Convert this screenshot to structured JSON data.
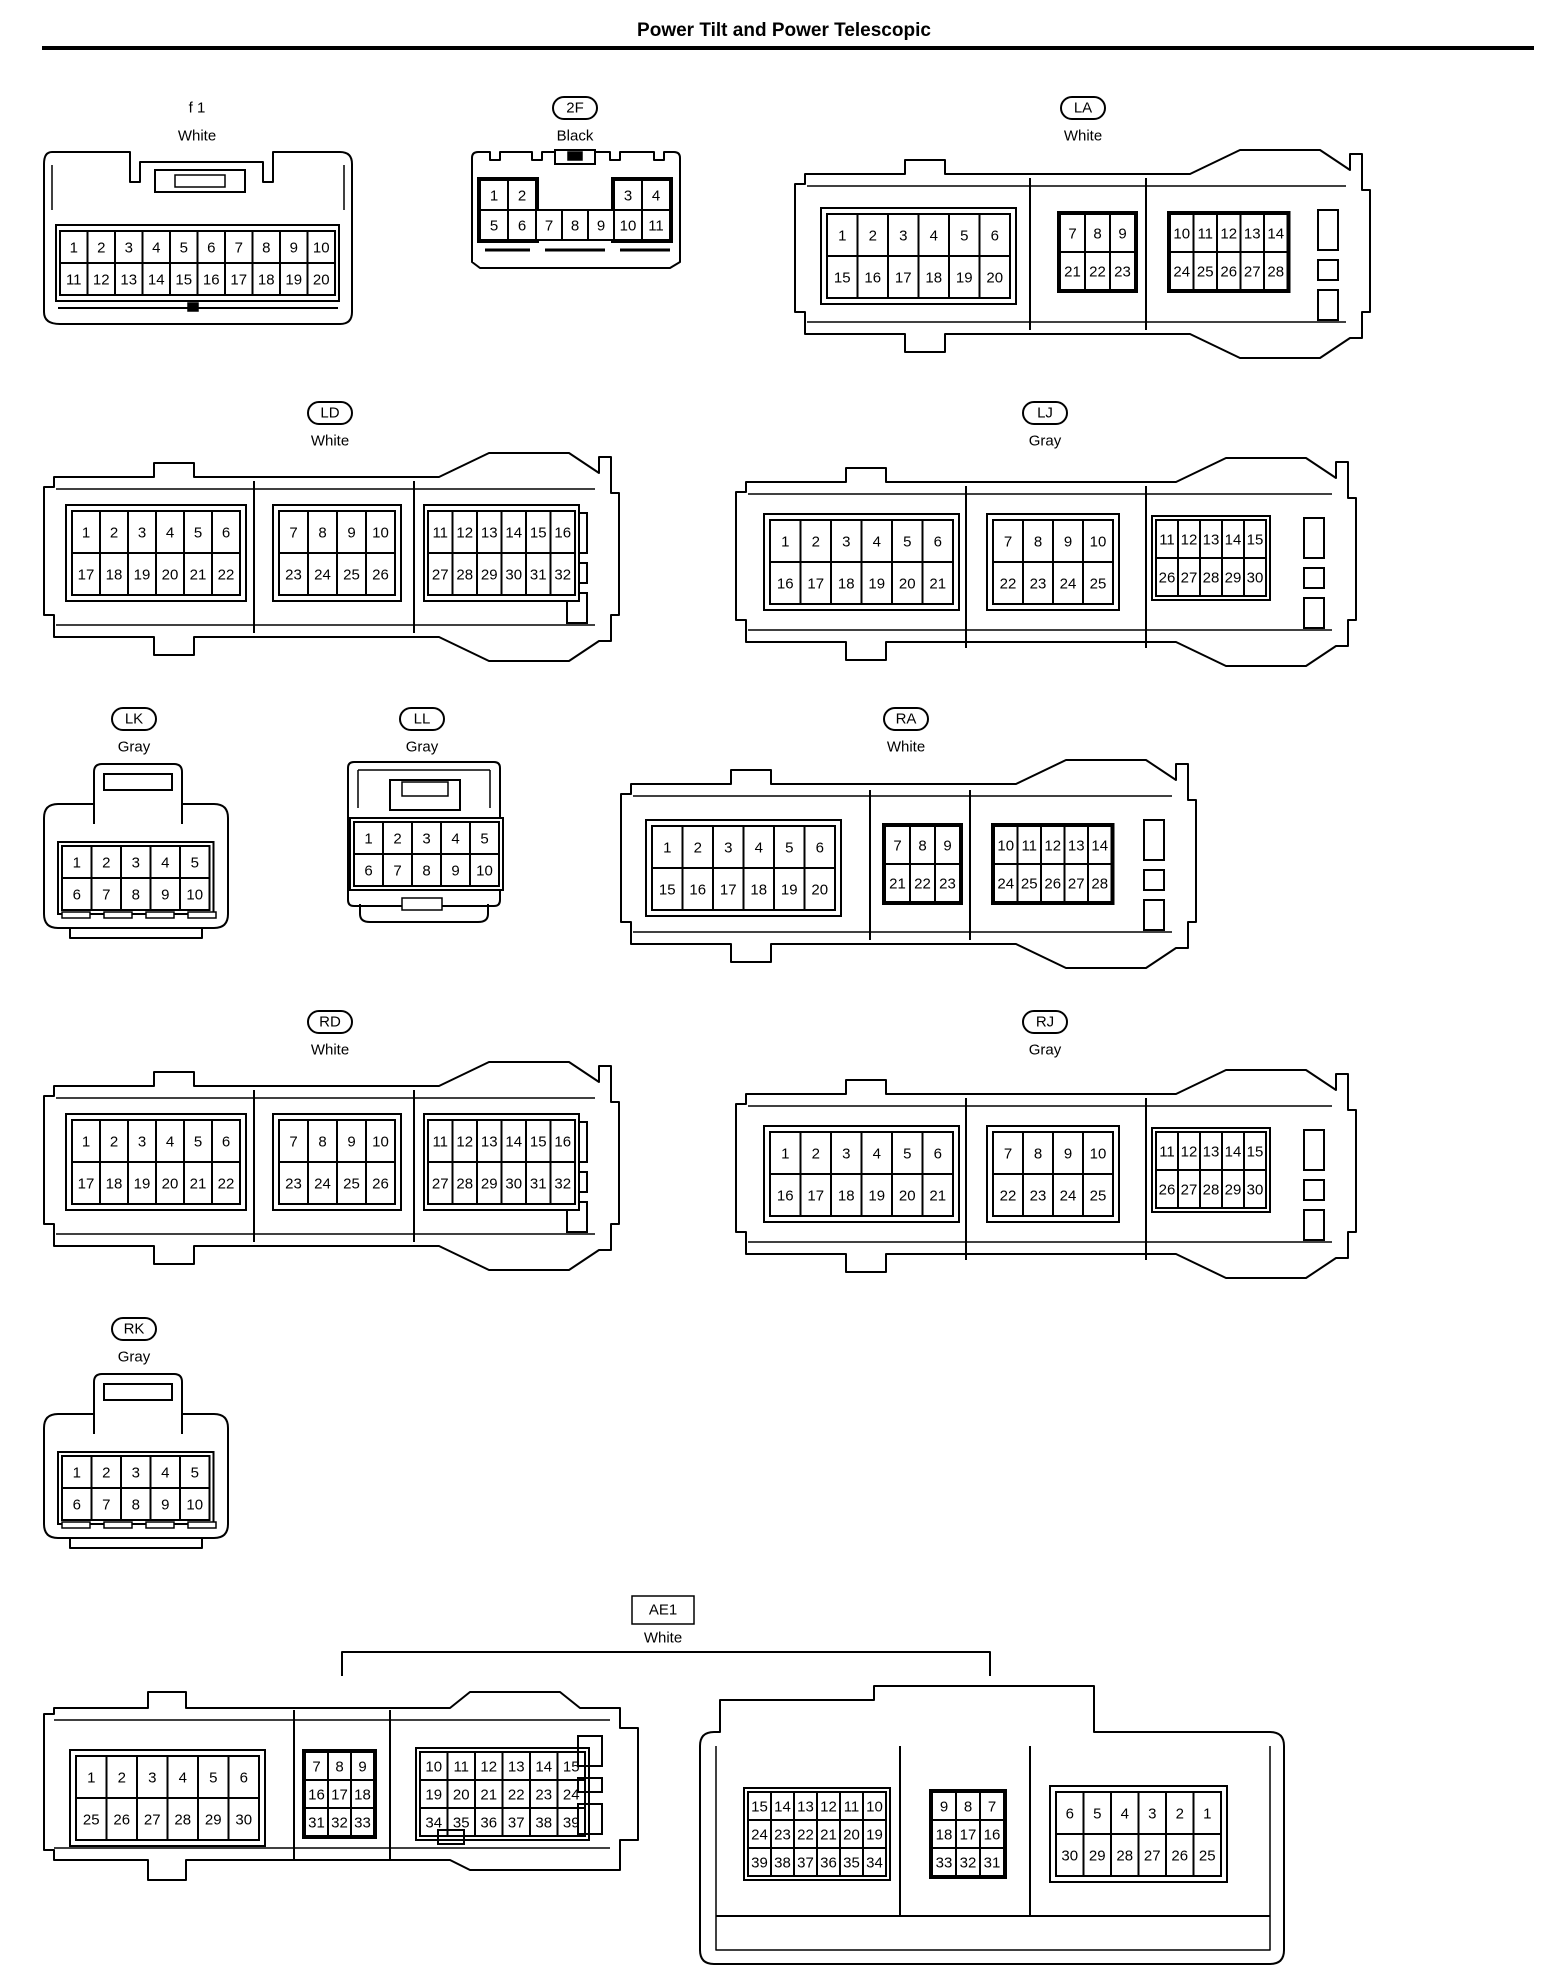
{
  "title": "Power Tilt and Power Telescopic",
  "connectors": [
    {
      "id": "f1",
      "code": "f 1",
      "circled": false,
      "color": "White",
      "sections": [
        {
          "rows": [
            [
              "1",
              "2",
              "3",
              "4",
              "5",
              "6",
              "7",
              "8",
              "9",
              "10"
            ],
            [
              "11",
              "12",
              "13",
              "14",
              "15",
              "16",
              "17",
              "18",
              "19",
              "20"
            ]
          ]
        }
      ]
    },
    {
      "id": "2f",
      "code": "2F",
      "circled": true,
      "color": "Black",
      "sections": [
        {
          "rows": [
            [
              "1",
              "2"
            ],
            [
              "5",
              "6"
            ]
          ]
        },
        {
          "rows": [
            [
              "7",
              "8",
              "9"
            ]
          ],
          "offset_row": 1
        },
        {
          "rows": [
            [
              "3",
              "4"
            ],
            [
              "10",
              "11"
            ]
          ]
        }
      ]
    },
    {
      "id": "la",
      "code": "LA",
      "circled": true,
      "color": "White",
      "sections": [
        {
          "rows": [
            [
              "1",
              "2",
              "3",
              "4",
              "5",
              "6"
            ],
            [
              "15",
              "16",
              "17",
              "18",
              "19",
              "20"
            ]
          ]
        },
        {
          "rows": [
            [
              "7",
              "8",
              "9"
            ],
            [
              "21",
              "22",
              "23"
            ]
          ]
        },
        {
          "rows": [
            [
              "10",
              "11",
              "12",
              "13",
              "14"
            ],
            [
              "24",
              "25",
              "26",
              "27",
              "28"
            ]
          ]
        }
      ]
    },
    {
      "id": "ld",
      "code": "LD",
      "circled": true,
      "color": "White",
      "sections": [
        {
          "rows": [
            [
              "1",
              "2",
              "3",
              "4",
              "5",
              "6"
            ],
            [
              "17",
              "18",
              "19",
              "20",
              "21",
              "22"
            ]
          ]
        },
        {
          "rows": [
            [
              "7",
              "8",
              "9",
              "10"
            ],
            [
              "23",
              "24",
              "25",
              "26"
            ]
          ]
        },
        {
          "rows": [
            [
              "11",
              "12",
              "13",
              "14",
              "15",
              "16"
            ],
            [
              "27",
              "28",
              "29",
              "30",
              "31",
              "32"
            ]
          ]
        }
      ]
    },
    {
      "id": "lj",
      "code": "LJ",
      "circled": true,
      "color": "Gray",
      "sections": [
        {
          "rows": [
            [
              "1",
              "2",
              "3",
              "4",
              "5",
              "6"
            ],
            [
              "16",
              "17",
              "18",
              "19",
              "20",
              "21"
            ]
          ]
        },
        {
          "rows": [
            [
              "7",
              "8",
              "9",
              "10"
            ],
            [
              "22",
              "23",
              "24",
              "25"
            ]
          ]
        },
        {
          "rows": [
            [
              "11",
              "12",
              "13",
              "14",
              "15"
            ],
            [
              "26",
              "27",
              "28",
              "29",
              "30"
            ]
          ]
        }
      ]
    },
    {
      "id": "lk",
      "code": "LK",
      "circled": true,
      "color": "Gray",
      "sections": [
        {
          "rows": [
            [
              "1",
              "2",
              "3",
              "4",
              "5"
            ],
            [
              "6",
              "7",
              "8",
              "9",
              "10"
            ]
          ]
        }
      ]
    },
    {
      "id": "ll",
      "code": "LL",
      "circled": true,
      "color": "Gray",
      "sections": [
        {
          "rows": [
            [
              "1",
              "2",
              "3",
              "4",
              "5"
            ],
            [
              "6",
              "7",
              "8",
              "9",
              "10"
            ]
          ]
        }
      ]
    },
    {
      "id": "ra",
      "code": "RA",
      "circled": true,
      "color": "White",
      "sections": [
        {
          "rows": [
            [
              "1",
              "2",
              "3",
              "4",
              "5",
              "6"
            ],
            [
              "15",
              "16",
              "17",
              "18",
              "19",
              "20"
            ]
          ]
        },
        {
          "rows": [
            [
              "7",
              "8",
              "9"
            ],
            [
              "21",
              "22",
              "23"
            ]
          ]
        },
        {
          "rows": [
            [
              "10",
              "11",
              "12",
              "13",
              "14"
            ],
            [
              "24",
              "25",
              "26",
              "27",
              "28"
            ]
          ]
        }
      ]
    },
    {
      "id": "rd",
      "code": "RD",
      "circled": true,
      "color": "White",
      "sections": [
        {
          "rows": [
            [
              "1",
              "2",
              "3",
              "4",
              "5",
              "6"
            ],
            [
              "17",
              "18",
              "19",
              "20",
              "21",
              "22"
            ]
          ]
        },
        {
          "rows": [
            [
              "7",
              "8",
              "9",
              "10"
            ],
            [
              "23",
              "24",
              "25",
              "26"
            ]
          ]
        },
        {
          "rows": [
            [
              "11",
              "12",
              "13",
              "14",
              "15",
              "16"
            ],
            [
              "27",
              "28",
              "29",
              "30",
              "31",
              "32"
            ]
          ]
        }
      ]
    },
    {
      "id": "rj",
      "code": "RJ",
      "circled": true,
      "color": "Gray",
      "sections": [
        {
          "rows": [
            [
              "1",
              "2",
              "3",
              "4",
              "5",
              "6"
            ],
            [
              "16",
              "17",
              "18",
              "19",
              "20",
              "21"
            ]
          ]
        },
        {
          "rows": [
            [
              "7",
              "8",
              "9",
              "10"
            ],
            [
              "22",
              "23",
              "24",
              "25"
            ]
          ]
        },
        {
          "rows": [
            [
              "11",
              "12",
              "13",
              "14",
              "15"
            ],
            [
              "26",
              "27",
              "28",
              "29",
              "30"
            ]
          ]
        }
      ]
    },
    {
      "id": "rk",
      "code": "RK",
      "circled": true,
      "color": "Gray",
      "sections": [
        {
          "rows": [
            [
              "1",
              "2",
              "3",
              "4",
              "5"
            ],
            [
              "6",
              "7",
              "8",
              "9",
              "10"
            ]
          ]
        }
      ]
    },
    {
      "id": "ae1-left",
      "code": "AE1",
      "circled": false,
      "boxed": true,
      "color": "White",
      "sections": [
        {
          "rows": [
            [
              "1",
              "2",
              "3",
              "4",
              "5",
              "6"
            ],
            [
              "25",
              "26",
              "27",
              "28",
              "29",
              "30"
            ]
          ]
        },
        {
          "rows": [
            [
              "7",
              "8",
              "9"
            ],
            [
              "16",
              "17",
              "18"
            ],
            [
              "31",
              "32",
              "33"
            ]
          ]
        },
        {
          "rows": [
            [
              "10",
              "11",
              "12",
              "13",
              "14",
              "15"
            ],
            [
              "19",
              "20",
              "21",
              "22",
              "23",
              "24"
            ],
            [
              "34",
              "35",
              "36",
              "37",
              "38",
              "39"
            ]
          ]
        }
      ]
    },
    {
      "id": "ae1-right",
      "sections": [
        {
          "rows": [
            [
              "15",
              "14",
              "13",
              "12",
              "11",
              "10"
            ],
            [
              "24",
              "23",
              "22",
              "21",
              "20",
              "19"
            ],
            [
              "39",
              "38",
              "37",
              "36",
              "35",
              "34"
            ]
          ]
        },
        {
          "rows": [
            [
              "9",
              "8",
              "7"
            ],
            [
              "18",
              "17",
              "16"
            ],
            [
              "33",
              "32",
              "31"
            ]
          ]
        },
        {
          "rows": [
            [
              "6",
              "5",
              "4",
              "3",
              "2",
              "1"
            ],
            [
              "30",
              "29",
              "28",
              "27",
              "26",
              "25"
            ]
          ]
        }
      ]
    }
  ]
}
